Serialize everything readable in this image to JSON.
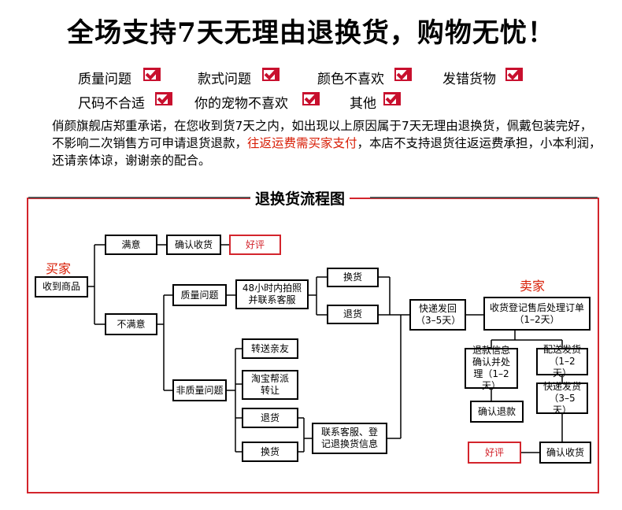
{
  "headline": "全场支持7天无理由退换货，购物无忧！",
  "reasons": [
    "质量问题",
    "款式问题",
    "颜色不喜欢",
    "发错货物",
    "尺码不合适",
    "你的宠物不喜欢",
    "其他"
  ],
  "notice": {
    "part1": "俏颜旗舰店郑重承诺，在您收到货7天之内，如出现以上原因属于7天无理由退换货，佩戴包装完好，不影响二次销售方可申请退货退款，",
    "highlight": "往返运费需买家支付",
    "part2": "，本店不支持退货往返运费承担，小本利润，还请亲体谅，谢谢亲的配合。"
  },
  "flow": {
    "title": "退换货流程图",
    "buyer_label": "买家",
    "seller_label": "卖家",
    "nodes": {
      "receive": "收到商品",
      "satisfied": "满意",
      "confirm_receipt": "确认收货",
      "good_review": "好评",
      "unsatisfied": "不满意",
      "quality_issue": "质量问题",
      "photo_48h": "48小时内拍照并联系客服",
      "exchange": "换货",
      "return": "退货",
      "non_quality": "非质量问题",
      "gift_friend": "转送亲友",
      "taobao_resell": "淘宝帮派转让",
      "return2": "退货",
      "exchange2": "换货",
      "contact_cs": "联系客服、登记退换货信息",
      "express_send": "快递发回（3–5天）",
      "seller_register": "收货登记售后处理订单（1–2天）",
      "refund_info": "退款信息确认并处理（1–2天）",
      "delivery": "配送发货（1–2天）",
      "express_ship": "快递发货（3–5天）",
      "confirm_refund": "确认退款",
      "good_review2": "好评",
      "confirm_receipt2": "确认收货"
    }
  }
}
